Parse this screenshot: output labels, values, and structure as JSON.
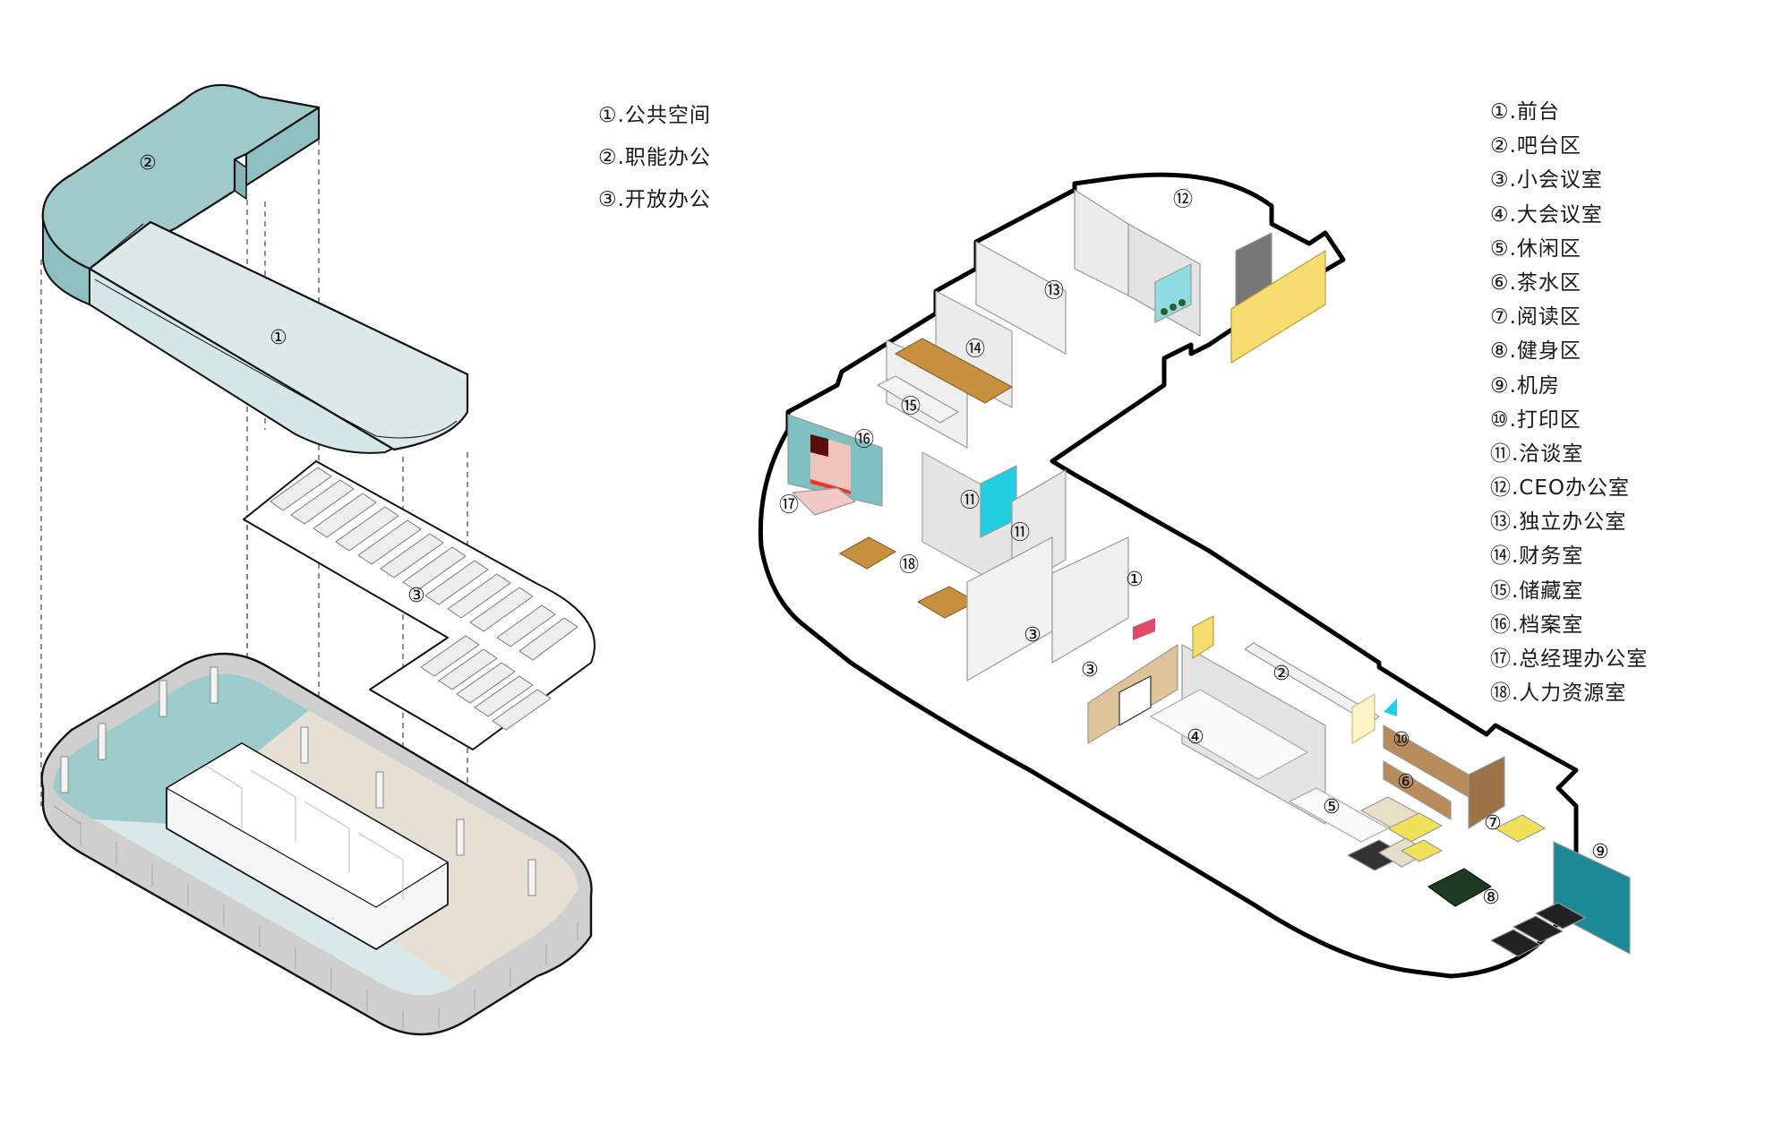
{
  "left_diagram": {
    "title": "Exploded axonometric of zoning layers",
    "legend": [
      {
        "num": "①",
        "label": ".公共空间"
      },
      {
        "num": "②",
        "label": ".职能办公"
      },
      {
        "num": "③",
        "label": ".开放办公"
      }
    ],
    "layer_labels": {
      "public": "①",
      "functional": "②",
      "open": "③"
    },
    "colors": {
      "functional_top": "#9ec9c9",
      "functional_side": "#8fbfc0",
      "public_top": "#dbe8e8",
      "public_side": "#d3e4e4",
      "floor_teal": "#9ecbcc",
      "floor_light": "#d9e8e8",
      "floor_beige": "#e6e0d4",
      "outline": "#111111"
    }
  },
  "right_diagram": {
    "title": "Axonometric floor plan",
    "legend": [
      {
        "num": "①",
        "label": ".前台"
      },
      {
        "num": "②",
        "label": ".吧台区"
      },
      {
        "num": "③",
        "label": ".小会议室"
      },
      {
        "num": "④",
        "label": ".大会议室"
      },
      {
        "num": "⑤",
        "label": ".休闲区"
      },
      {
        "num": "⑥",
        "label": ".茶水区"
      },
      {
        "num": "⑦",
        "label": ".阅读区"
      },
      {
        "num": "⑧",
        "label": ".健身区"
      },
      {
        "num": "⑨",
        "label": ".机房"
      },
      {
        "num": "⑩",
        "label": ".打印区"
      },
      {
        "num": "⑪",
        "label": ".洽谈室"
      },
      {
        "num": "⑫",
        "label": ".CEO办公室"
      },
      {
        "num": "⑬",
        "label": ".独立办公室"
      },
      {
        "num": "⑭",
        "label": ".财务室"
      },
      {
        "num": "⑮",
        "label": ".储藏室"
      },
      {
        "num": "⑯",
        "label": ".档案室"
      },
      {
        "num": "⑰",
        "label": ".总经理办公室"
      },
      {
        "num": "⑱",
        "label": ".人力资源室"
      }
    ],
    "room_labels": {
      "r1": "①",
      "r2": "②",
      "r3a": "③",
      "r3b": "③",
      "r4": "④",
      "r5": "⑤",
      "r6": "⑥",
      "r7": "⑦",
      "r8": "⑧",
      "r9": "⑨",
      "r10": "⑩",
      "r11a": "⑪",
      "r11b": "⑪",
      "r12": "⑫",
      "r13": "⑬",
      "r14": "⑭",
      "r15": "⑮",
      "r16": "⑯",
      "r17": "⑰",
      "r18": "⑱"
    },
    "colors": {
      "accent_yellow": "#f7dc6f",
      "accent_cyan": "#22cfe0",
      "accent_teal": "#1b8a96",
      "wood": "#c8913f",
      "wall_grey": "#e6e6e6",
      "billiard_green": "#1d3b22",
      "pink_sofa": "#f2c9c6"
    }
  }
}
